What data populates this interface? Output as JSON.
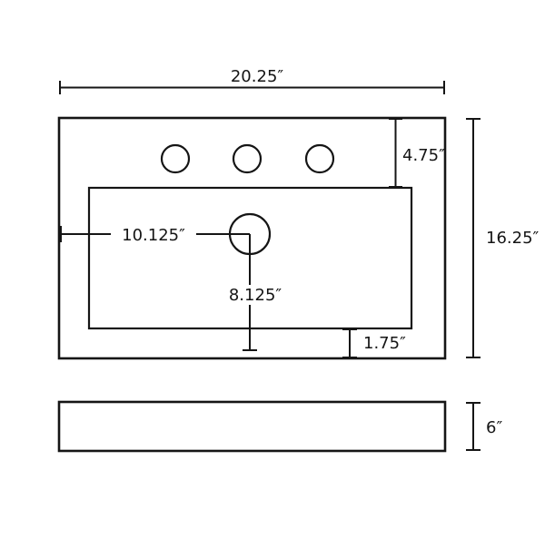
{
  "diagram": {
    "colors": {
      "line": "#151515",
      "background": "#ffffff"
    },
    "top_view": {
      "labels": {
        "overall_width": "20.25″",
        "overall_height": "16.25″",
        "hole_row_offset": "4.75″",
        "drain_from_left": "10.125″",
        "drain_to_bottom": "8.125″",
        "rim_gap": "1.75″"
      }
    },
    "side_view": {
      "labels": {
        "height": "6″"
      }
    }
  }
}
